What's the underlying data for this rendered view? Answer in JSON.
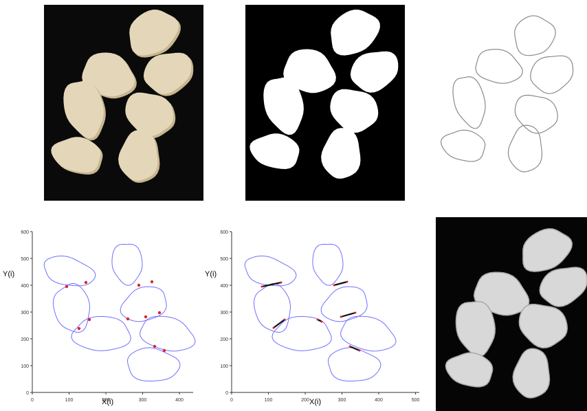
{
  "colors": {
    "bean_fill": "#e4d7b9",
    "bean_shadow": "#c7b690",
    "photo_background": "#0a0a0a",
    "contour": "#6f6fff",
    "outline_gray": "#8a8a8a",
    "marker": "#dd2233",
    "cut_line": "#111111"
  },
  "plot_left": {
    "ylabel": "Y(i)",
    "xlabel": "X(i)",
    "x_ticks": [
      "0",
      "100",
      "200",
      "300",
      "400"
    ],
    "y_ticks": [
      "0",
      "100",
      "200",
      "300",
      "400",
      "500",
      "600"
    ]
  },
  "plot_right": {
    "ylabel": "Y(i)",
    "xlabel": "X(i)",
    "x_ticks": [
      "0",
      "100",
      "200",
      "300",
      "400",
      "500"
    ],
    "y_ticks": [
      "0",
      "100",
      "200",
      "300",
      "400",
      "500",
      "600"
    ]
  }
}
